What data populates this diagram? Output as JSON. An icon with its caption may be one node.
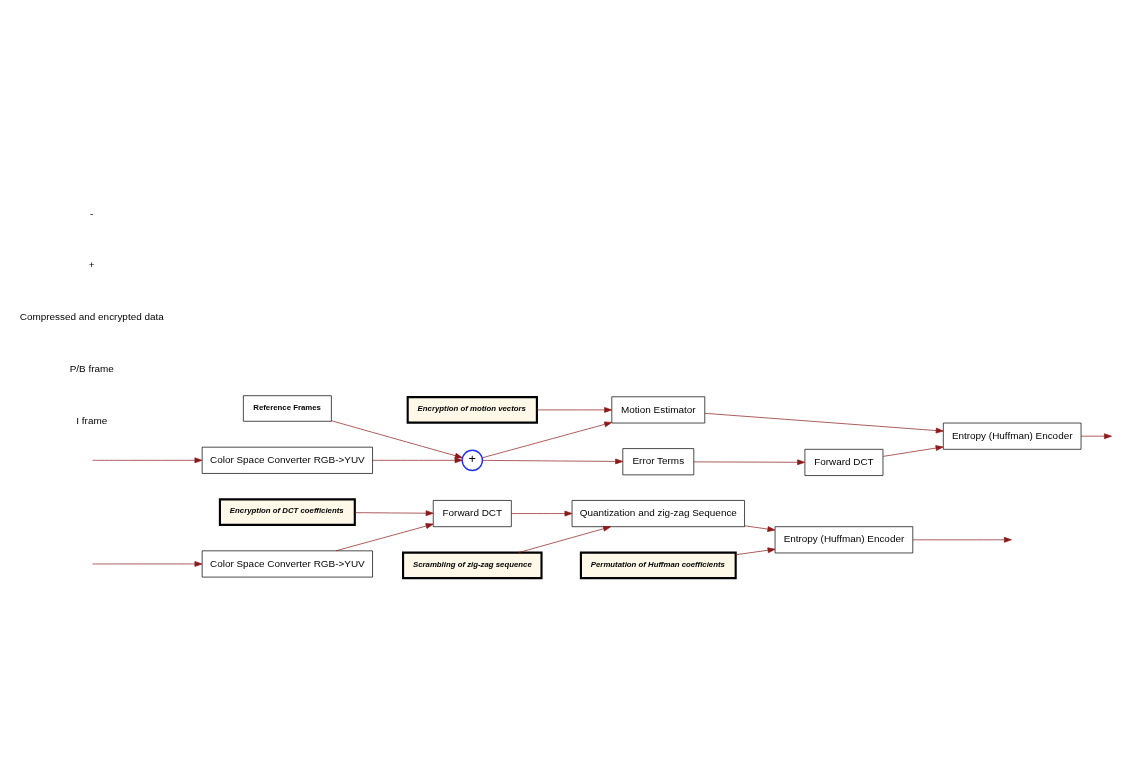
{
  "diagram": {
    "nodes": [
      {
        "text": [
          "Encryption of DCT coefficients"
        ]
      },
      {
        "text": [
          "Scrambling of zig-zag sequence"
        ]
      },
      {
        "text": [
          "Permutation of Huffman coefficients"
        ]
      },
      {
        "text": [
          "Color Space Converter RGB->YUV"
        ]
      },
      {
        "text": [
          "Forward DCT"
        ]
      },
      {
        "text": [
          "Quantization and zig-zag Sequence"
        ]
      },
      {
        "text": [
          "Entropy (Huffman) Encoder"
        ]
      },
      {
        "text": [
          "Color Space Converter RGB->YUV"
        ]
      },
      {
        "text": [
          "+"
        ]
      },
      {
        "text": [
          "Reference Frames"
        ]
      },
      {
        "text": [
          "Error Terms"
        ]
      },
      {
        "text": [
          "Forward DCT"
        ]
      },
      {
        "text": [
          "Motion Estimator"
        ]
      },
      {
        "text": [
          "Encryption of motion vectors"
        ]
      },
      {
        "text": [
          "Entropy (Huffman) Encoder"
        ]
      }
    ],
    "edges": [
      {
        "from": null,
        "to": 3,
        "arrow": "to"
      },
      {
        "from": 3,
        "to": 4,
        "arrow": "to"
      },
      {
        "from": 0,
        "to": 4,
        "arrow": "to"
      },
      {
        "from": 4,
        "to": 5,
        "arrow": "to"
      },
      {
        "from": 1,
        "to": 5,
        "arrow": "to"
      },
      {
        "from": 5,
        "to": 6,
        "arrow": "to"
      },
      {
        "from": 2,
        "to": 6,
        "arrow": "to"
      },
      {
        "from": 6,
        "to": null,
        "arrow": "to"
      },
      {
        "from": null,
        "to": 7,
        "arrow": "to"
      },
      {
        "from": 7,
        "to": 8,
        "arrow": "to"
      },
      {
        "from": 9,
        "to": 8,
        "arrow": "to"
      },
      {
        "from": 8,
        "to": 10,
        "arrow": "to"
      },
      {
        "from": 8,
        "to": 12,
        "arrow": "to"
      },
      {
        "from": 10,
        "to": 11,
        "arrow": "to"
      },
      {
        "from": 11,
        "to": 14,
        "arrow": "to"
      },
      {
        "from": 12,
        "to": 14,
        "arrow": "to"
      },
      {
        "from": 13,
        "to": 12,
        "arrow": "to"
      },
      {
        "from": 14,
        "to": null,
        "arrow": "to"
      }
    ],
    "labels": [
      "I frame",
      "P/B frame",
      "Compressed and encrypted data",
      "+",
      "-"
    ]
  }
}
